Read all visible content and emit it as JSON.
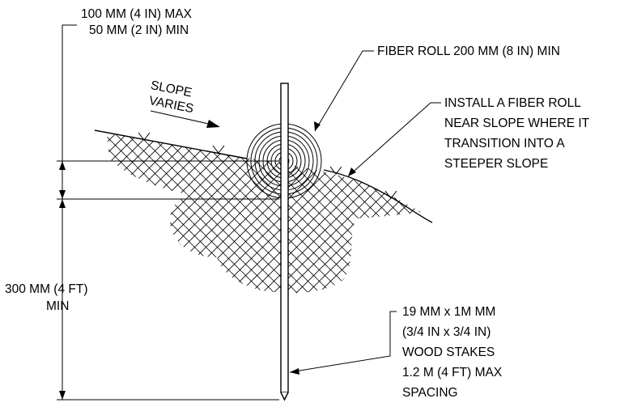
{
  "labels": {
    "burial_max": "100 MM (4 IN) MAX",
    "burial_min": "50 MM (2 IN) MIN",
    "fiber_roll": "FIBER ROLL 200 MM (8 IN) MIN",
    "slope_1": "SLOPE",
    "slope_2": "VARIES",
    "install_1": "INSTALL A FIBER ROLL",
    "install_2": "NEAR SLOPE WHERE IT",
    "install_3": "TRANSITION INTO A",
    "install_4": "STEEPER SLOPE",
    "depth_1": "300 MM (4 FT)",
    "depth_2": "MIN",
    "stake_1": "19 MM x 1M MM",
    "stake_2": "(3/4 IN x 3/4 IN)",
    "stake_3": "WOOD STAKES",
    "stake_4": "1.2 M (4 FT) MAX",
    "stake_5": "SPACING"
  },
  "colors": {
    "ink": "#000000",
    "background": "#ffffff"
  }
}
